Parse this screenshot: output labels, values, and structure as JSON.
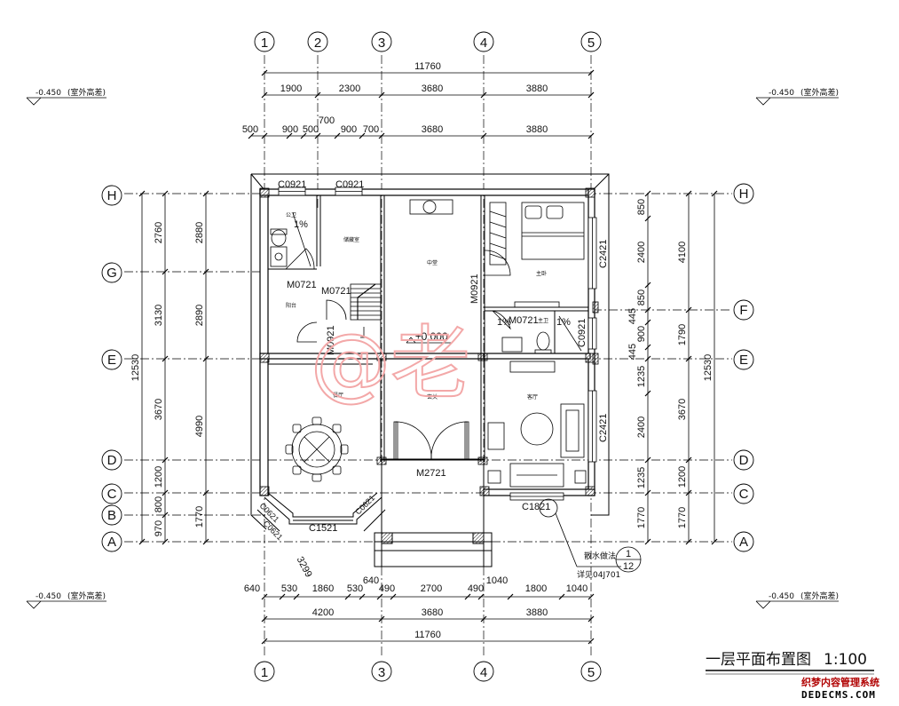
{
  "drawing": {
    "title": "一层平面布置图",
    "scale": "1:100"
  },
  "elevation_marks": [
    {
      "value": "-0.450",
      "note": "(室外高差)"
    },
    {
      "value": "-0.450",
      "note": "(室外高差)"
    },
    {
      "value": "-0.450",
      "note": "(室外高差)"
    },
    {
      "value": "-0.450",
      "note": "(室外高差)"
    }
  ],
  "axes_top": [
    "1",
    "2",
    "3",
    "4",
    "5"
  ],
  "axes_bottom": [
    "1",
    "3",
    "4",
    "5"
  ],
  "axes_rows": [
    "H",
    "G",
    "E",
    "D",
    "C",
    "B",
    "A",
    "H",
    "F",
    "E",
    "D",
    "C",
    "A"
  ],
  "dims_top": {
    "total": "11760",
    "row1": [
      "1900",
      "2300",
      "3680",
      "3880"
    ],
    "row2": [
      "500",
      "900",
      "500",
      "700",
      "900",
      "700",
      "3680",
      "3880"
    ]
  },
  "dims_bottom": {
    "row1": [
      "640",
      "530",
      "1860",
      "530",
      "640",
      "490",
      "2700",
      "490",
      "1040",
      "1800",
      "1040"
    ],
    "row2": [
      "4200",
      "3680",
      "3880"
    ],
    "total": "11760",
    "diag": "3299"
  },
  "dims_left": {
    "total": "12530",
    "outer": [
      "2760",
      "3130",
      "3670",
      "1200",
      "800",
      "970"
    ],
    "inner": [
      "2880",
      "2890",
      "4990",
      "1770"
    ]
  },
  "dims_right": {
    "total": "12530",
    "inner": [
      "850",
      "2400",
      "850",
      "445",
      "900",
      "445",
      "1235",
      "2400",
      "1235",
      "1770"
    ],
    "mid": [
      "4100",
      "1790",
      "3670",
      "1200",
      "1770"
    ]
  },
  "rooms": [
    "公卫",
    "储藏室",
    "中堂",
    "主卧",
    "阳台",
    "主卫",
    "餐厅",
    "玄关",
    "客厅"
  ],
  "codes": [
    "C0921",
    "C0921",
    "C2421",
    "C2421",
    "M0721",
    "M0721",
    "M0921",
    "M0921",
    "M0721",
    "C0921",
    "M2721",
    "C1521",
    "C1821",
    "C0621",
    "C0621",
    "C0621"
  ],
  "level": "±0.000",
  "slopes": [
    "1%",
    "1%",
    "1%"
  ],
  "detail": {
    "name": "散水做法",
    "ref": "详见04J701",
    "num": "1",
    "sheet": "12"
  },
  "watermark": "@老",
  "site_badge": {
    "line1": "织梦内容管理系统",
    "line2": "DEDECMS.COM"
  }
}
